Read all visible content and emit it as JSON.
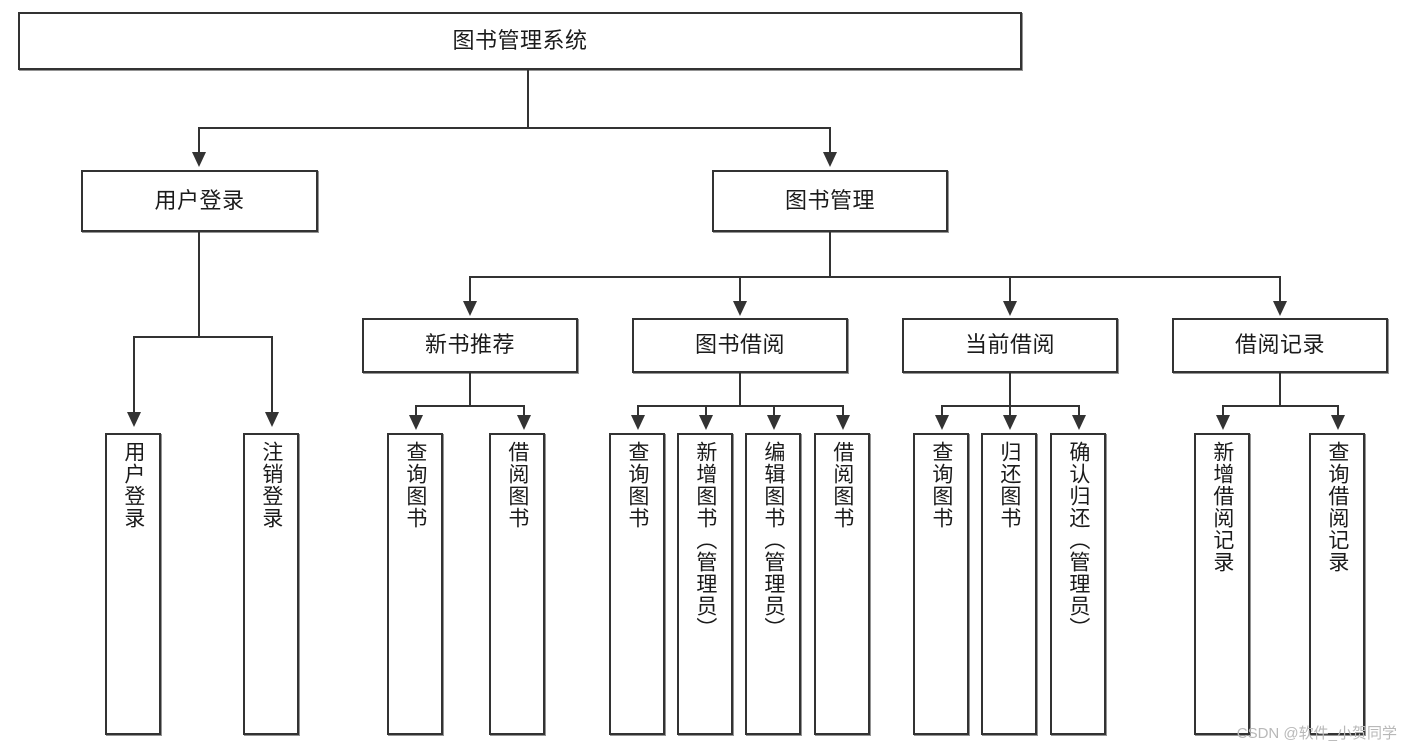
{
  "diagram": {
    "title": "图书管理系统",
    "type": "hierarchy-tree",
    "levels": 4,
    "root": {
      "label": "图书管理系统"
    },
    "level2": [
      {
        "label": "用户登录"
      },
      {
        "label": "图书管理"
      }
    ],
    "level3": [
      {
        "label": "新书推荐"
      },
      {
        "label": "图书借阅"
      },
      {
        "label": "当前借阅"
      },
      {
        "label": "借阅记录"
      }
    ],
    "leaves": {
      "user_login": [
        {
          "label": "用户登录"
        },
        {
          "label": "注销登录"
        }
      ],
      "new_book_recommend": [
        {
          "label": "查询图书"
        },
        {
          "label": "借阅图书"
        }
      ],
      "book_borrow": [
        {
          "label": "查询图书"
        },
        {
          "label": "新增图书（管理员）"
        },
        {
          "label": "编辑图书（管理员）"
        },
        {
          "label": "借阅图书"
        }
      ],
      "current_borrow": [
        {
          "label": "查询图书"
        },
        {
          "label": "归还图书"
        },
        {
          "label": "确认归还（管理员）"
        }
      ],
      "borrow_record": [
        {
          "label": "新增借阅记录"
        },
        {
          "label": "查询借阅记录"
        }
      ]
    }
  },
  "watermark": {
    "text": "CSDN @软件_小贺同学"
  },
  "colors": {
    "stroke": "#333333",
    "text": "#1b1b1b",
    "background": "#ffffff",
    "watermark": "#b8b8b8"
  }
}
